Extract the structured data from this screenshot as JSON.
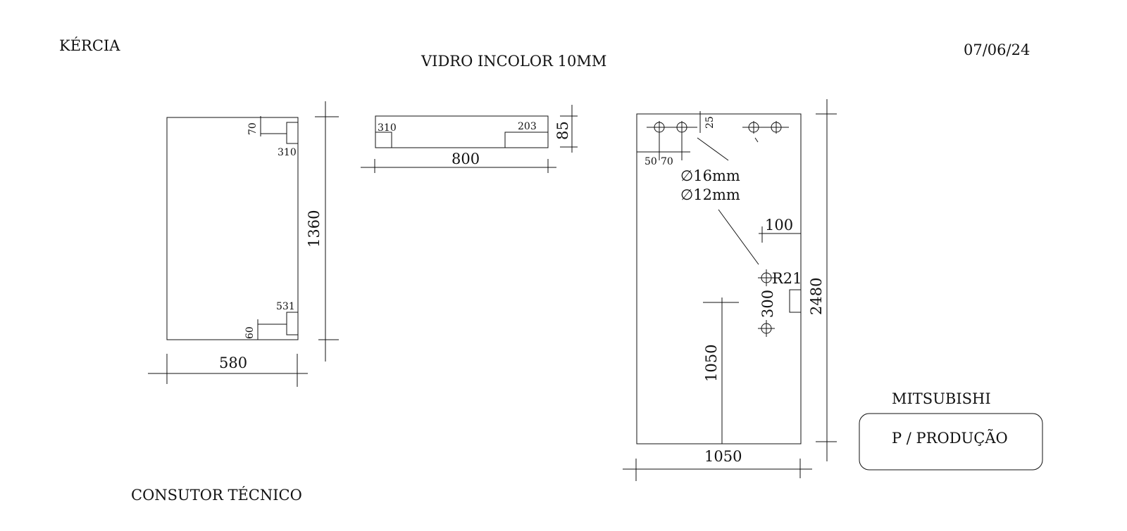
{
  "header": {
    "client": "KÉRCIA",
    "material": "VIDRO INCOLOR 10MM",
    "date": "07/06/24"
  },
  "footer": {
    "consultant": "CONSUTOR TÉCNICO",
    "brand": "MITSUBISHI",
    "stamp": "P / PRODUÇÃO"
  },
  "piece_a": {
    "width": "580",
    "height": "1360",
    "top_notch_depth": "70",
    "top_notch_width": "310",
    "bottom_notch_width": "531",
    "bottom_notch_depth": "60"
  },
  "piece_b": {
    "width": "800",
    "height": "85",
    "left_notch": "310",
    "right_notch": "203"
  },
  "piece_c": {
    "width": "1050",
    "height": "2480",
    "hole_top_offset": "25",
    "hole_edge_offset": "50",
    "hole_spacing": "70",
    "hole_diameter_1": "∅16mm",
    "hole_diameter_2": "∅12mm",
    "side_offset": "100",
    "radius": "R21",
    "hole_vertical_spacing": "300",
    "center_height": "1050"
  }
}
